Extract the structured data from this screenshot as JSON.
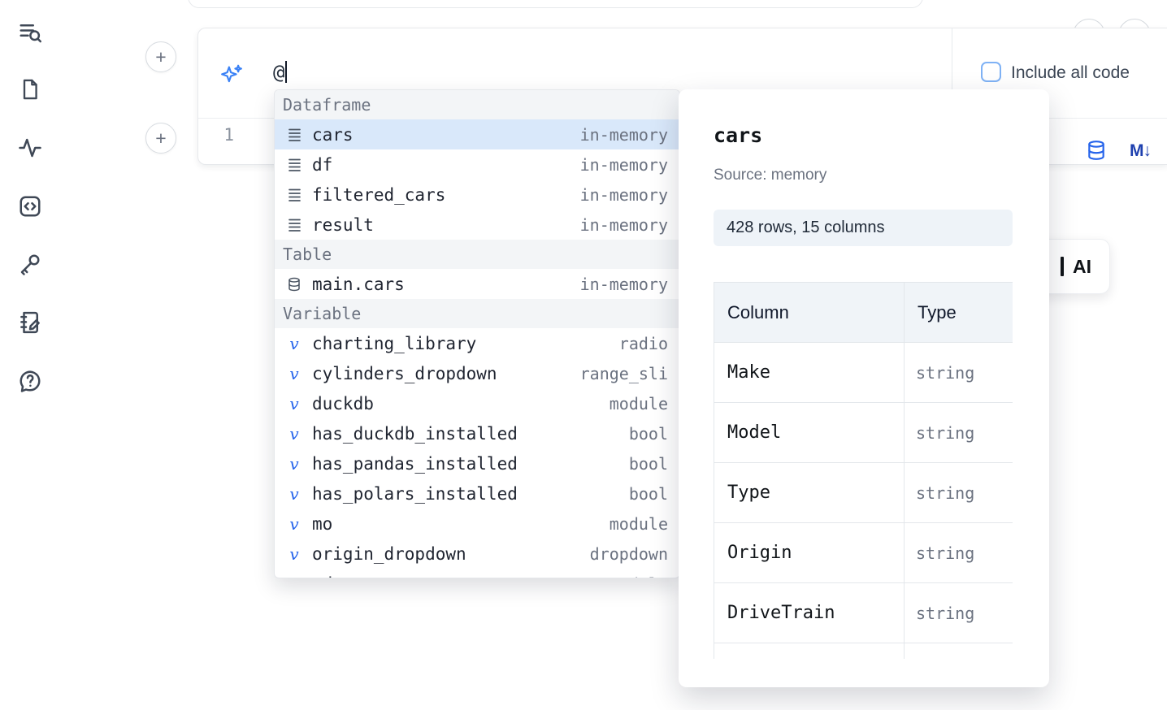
{
  "colors": {
    "accent": "#2563eb",
    "selection_bg": "#d9e8fa",
    "muted_text": "#6b7280",
    "badge_bg": "#eef3f8"
  },
  "icons": {
    "plus": "+",
    "markdown": "M↓"
  },
  "sidebar": {
    "items": [
      {
        "name": "toc-search-icon"
      },
      {
        "name": "file-icon"
      },
      {
        "name": "activity-icon"
      },
      {
        "name": "snippets-icon"
      },
      {
        "name": "key-icon"
      },
      {
        "name": "scratchpad-icon"
      },
      {
        "name": "help-icon"
      }
    ]
  },
  "cell": {
    "prompt_value": "@",
    "include_all_code_label": "Include all code",
    "line_number": "1"
  },
  "autocomplete": {
    "sections": [
      {
        "label": "Dataframe",
        "items": [
          {
            "name": "cars",
            "type": "in-memory",
            "icon": "dataframe-icon",
            "selected": true
          },
          {
            "name": "df",
            "type": "in-memory",
            "icon": "dataframe-icon"
          },
          {
            "name": "filtered_cars",
            "type": "in-memory",
            "icon": "dataframe-icon"
          },
          {
            "name": "result",
            "type": "in-memory",
            "icon": "dataframe-icon"
          }
        ]
      },
      {
        "label": "Table",
        "items": [
          {
            "name": "main.cars",
            "type": "in-memory",
            "icon": "table-icon"
          }
        ]
      },
      {
        "label": "Variable",
        "items": [
          {
            "name": "charting_library",
            "type": "radio",
            "icon": "variable-icon"
          },
          {
            "name": "cylinders_dropdown",
            "type": "range_sli",
            "icon": "variable-icon"
          },
          {
            "name": "duckdb",
            "type": "module",
            "icon": "variable-icon"
          },
          {
            "name": "has_duckdb_installed",
            "type": "bool",
            "icon": "variable-icon"
          },
          {
            "name": "has_pandas_installed",
            "type": "bool",
            "icon": "variable-icon"
          },
          {
            "name": "has_polars_installed",
            "type": "bool",
            "icon": "variable-icon"
          },
          {
            "name": "mo",
            "type": "module",
            "icon": "variable-icon"
          },
          {
            "name": "origin_dropdown",
            "type": "dropdown",
            "icon": "variable-icon"
          },
          {
            "name": "pd",
            "type": "module",
            "icon": "variable-icon"
          }
        ]
      }
    ]
  },
  "preview": {
    "title": "cars",
    "source": "Source: memory",
    "shape": "428 rows, 15 columns",
    "table": {
      "headers": [
        "Column",
        "Type"
      ],
      "rows": [
        [
          "Make",
          "string"
        ],
        [
          "Model",
          "string"
        ],
        [
          "Type",
          "string"
        ],
        [
          "Origin",
          "string"
        ],
        [
          "DriveTrain",
          "string"
        ],
        [
          "",
          ""
        ]
      ]
    }
  },
  "ai_button": {
    "label": "AI"
  }
}
